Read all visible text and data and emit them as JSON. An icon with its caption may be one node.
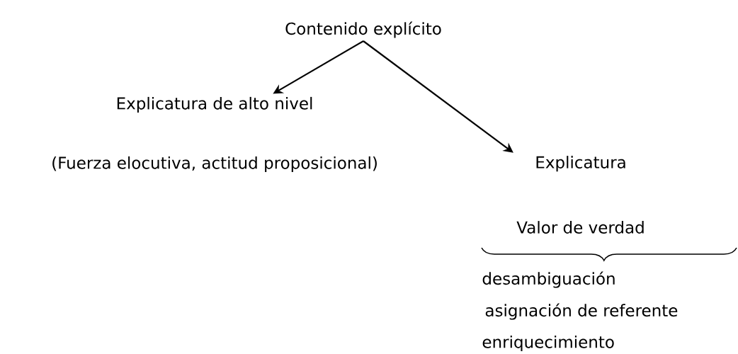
{
  "diagram": {
    "nodes": [
      {
        "text": [
          "Contenido explícito"
        ]
      },
      {
        "text": [
          "Explicatura de alto nivel",
          "(Fuerza elocutiva, actitud proposicional)"
        ]
      },
      {
        "text": [
          "Explicatura",
          "Valor de verdad"
        ]
      }
    ],
    "edges": [
      {
        "from": 0,
        "to": 1,
        "arrow": "to"
      },
      {
        "from": 0,
        "to": 2,
        "arrow": "to"
      }
    ],
    "labels": [
      "desambiguación",
      "asignación de referente",
      "enriquecimiento"
    ]
  }
}
